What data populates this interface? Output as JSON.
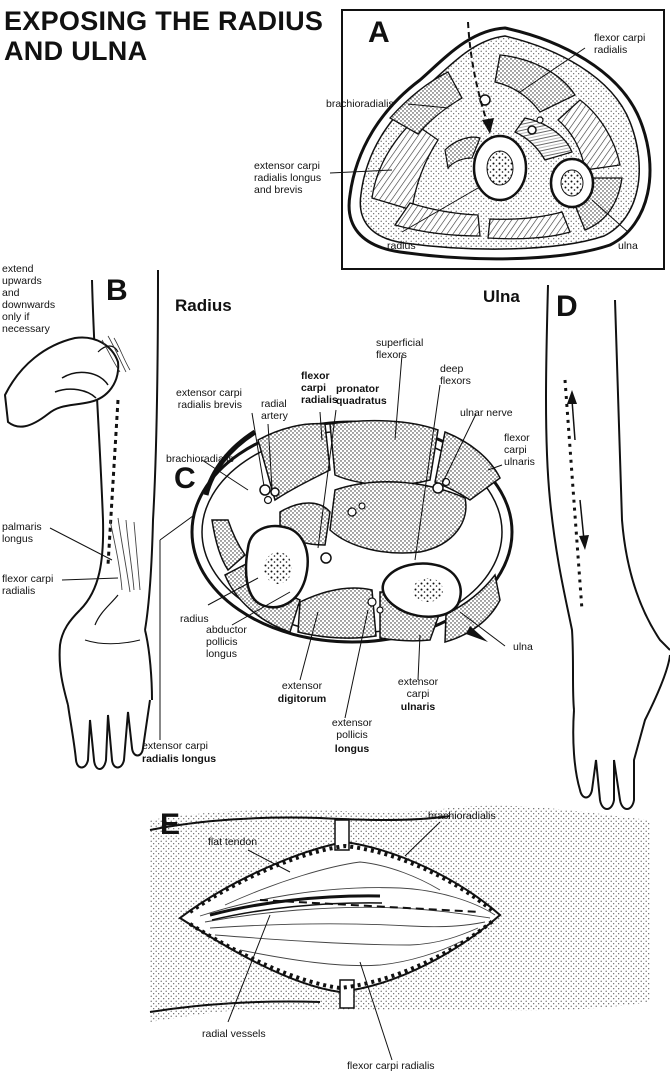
{
  "title": {
    "line1": "EXPOSING THE RADIUS",
    "line2": "AND ULNA"
  },
  "panels": {
    "a": {
      "letter": "A",
      "labels": {
        "flexor_carpi_radialis": "flexor carpi\nradialis",
        "brachioradialis": "brachioradialis",
        "extensor_carpi_radialis": "extensor carpi\nradialis longus\nand brevis",
        "radius": "radius",
        "ulna": "ulna"
      }
    },
    "b": {
      "letter": "B",
      "labels": {
        "extend_note": "extend\nupwards\nand\ndownwards\nonly if\nnecessary",
        "palmaris_longus": "palmaris\nlongus",
        "flexor_carpi_radialis": "flexor carpi\nradialis",
        "extensor_carpi_radialis_longus_1": "extensor carpi",
        "extensor_carpi_radialis_longus_2": "radialis longus"
      }
    },
    "c": {
      "letter": "C",
      "heading_left": "Radius",
      "heading_right": "Ulna",
      "labels": {
        "extensor_carpi_radialis_brevis": "extensor carpi\nradialis brevis",
        "radial_artery": "radial\nartery",
        "flexor_carpi_radialis": "flexor\ncarpi\nradialis",
        "pronator_quadratus": "pronator\nquadratus",
        "superficial_flexors": "superficial\nflexors",
        "deep_flexors": "deep\nflexors",
        "ulnar_nerve": "ulnar nerve",
        "flexor_carpi_ulnaris": "flexor\ncarpi\nulnaris",
        "brachioradialis": "brachioradialis",
        "radius": "radius",
        "ulna": "ulna",
        "abductor_pollicis_longus": "abductor\npollicis\nlongus",
        "extensor_digitorum_1": "extensor",
        "extensor_digitorum_2": "digitorum",
        "extensor_pollicis_longus_1": "extensor\npollicis",
        "extensor_pollicis_longus_2": "longus",
        "extensor_carpi_ulnaris_1": "extensor\ncarpi",
        "extensor_carpi_ulnaris_2": "ulnaris"
      }
    },
    "d": {
      "letter": "D"
    },
    "e": {
      "letter": "E",
      "labels": {
        "flat_tendon": "flat tendon",
        "brachioradialis": "brachioradialis",
        "radial_vessels": "radial vessels",
        "flexor_carpi_radialis": "flexor carpi radialis"
      }
    }
  }
}
